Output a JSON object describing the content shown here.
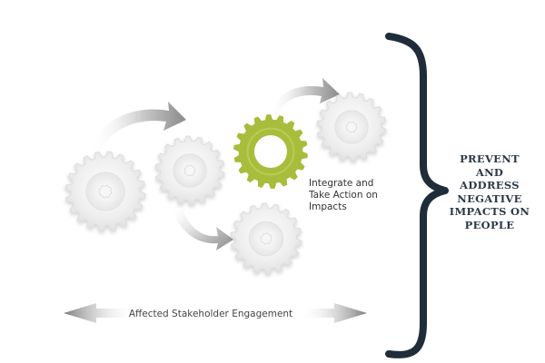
{
  "gears": [
    {
      "id": "gear-1",
      "highlighted": false
    },
    {
      "id": "gear-2",
      "highlighted": false
    },
    {
      "id": "gear-3",
      "highlighted": false
    },
    {
      "id": "gear-4",
      "highlighted": true
    },
    {
      "id": "gear-5",
      "highlighted": false
    }
  ],
  "highlight_label": "Integrate and Take Action on Impacts",
  "engagement_label": "Affected Stakeholder Engagement",
  "outcome": {
    "lines": [
      "PREVENT",
      "AND",
      "ADDRESS",
      "NEGATIVE",
      "IMPACTS ON",
      "PEOPLE"
    ]
  },
  "colors": {
    "highlight": "#a7bd3b",
    "gear": "#e9e9e9",
    "brace": "#1f2d3a",
    "outcome_text": "#2b3947"
  }
}
